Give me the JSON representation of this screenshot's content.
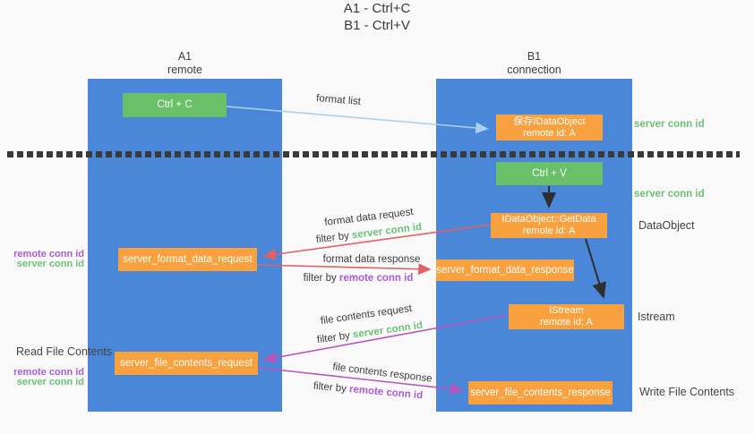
{
  "title": {
    "line1": "A1 - Ctrl+C",
    "line2": "B1 - Ctrl+V"
  },
  "lanes": {
    "a": {
      "header1": "A1",
      "header2": "remote"
    },
    "b": {
      "header1": "B1",
      "header2": "connection"
    }
  },
  "boxes": {
    "ctrl_c": "Ctrl + C",
    "ctrl_v": "Ctrl + V",
    "save_idataobject_line1": "保存IDataObject",
    "save_idataobject_line2": "remote id: A",
    "getdata_line1": "IDataObject::GetData",
    "getdata_line2": "remote id: A",
    "istream_line1": "IStream",
    "istream_line2": "remote id: A",
    "format_request": "server_format_data_request",
    "format_response": "server_format_data_response",
    "file_request": "server_file_contents_request",
    "file_response": "server_file_contents_response"
  },
  "arrow_labels": {
    "format_list": "format list",
    "format_data_request": "format data request",
    "format_data_response": "format data response",
    "file_contents_request": "file contents request",
    "file_contents_response": "file contents response",
    "filter_by": "filter by ",
    "server_conn_id": "server conn id",
    "remote_conn_id": "remote conn id"
  },
  "side_labels": {
    "server_conn_id": "server conn id",
    "remote_conn_id": "remote conn id",
    "dataobject": "DataObject",
    "istream": "Istream",
    "read_file_contents": "Read File Contents",
    "write_file_contents": "Write File Contents"
  },
  "colors": {
    "lane_blue": "#4a87d9",
    "green_box": "#6abf69",
    "orange_box": "#f9a13e",
    "red_arrow": "#e26161",
    "magenta_arrow": "#bb55bb",
    "light_blue_arrow": "#a8cfec",
    "black_arrow": "#2f2f2f",
    "green_text": "#6dc177",
    "purple_text": "#ab5bd6",
    "background": "#f9f9f9"
  }
}
